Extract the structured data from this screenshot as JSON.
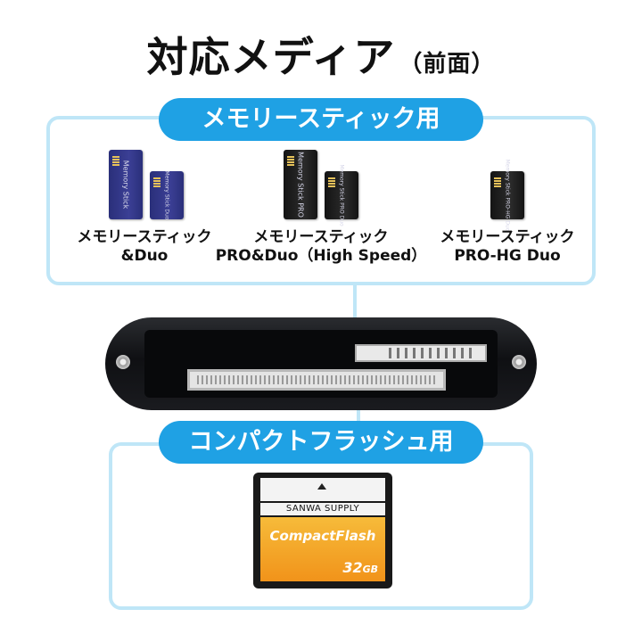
{
  "title": {
    "main": "対応メディア",
    "sub": "（前面）"
  },
  "memory_stick_section": {
    "heading": "メモリースティック用",
    "items": [
      {
        "label_line1": "メモリースティック",
        "label_line2": "&Duo",
        "card_text_1": "Memory Stick",
        "card_text_2": "Memory Stick Duo"
      },
      {
        "label_line1": "メモリースティック",
        "label_line2": "PRO&Duo（High Speed）",
        "card_text_1": "Memory Stick PRO",
        "card_text_2": "Memory Stick PRO Duo"
      },
      {
        "label_line1": "メモリースティック",
        "label_line2": "PRO-HG Duo",
        "card_text_1": "Memory Stick PRO-HG Duo"
      }
    ]
  },
  "compact_flash_section": {
    "heading": "コンパクトフラッシュ用",
    "card": {
      "brand": "SANWA SUPPLY",
      "name": "CompactFlash",
      "capacity": "32",
      "unit": "GB"
    }
  },
  "colors": {
    "accent": "#1fa1e4",
    "panel_border": "#bfe6f7",
    "memory_stick_blue": "#2a2f7a",
    "cf_orange": "#f1931a"
  },
  "icons": [
    "memory-stick-card",
    "compactflash-card",
    "card-reader"
  ]
}
